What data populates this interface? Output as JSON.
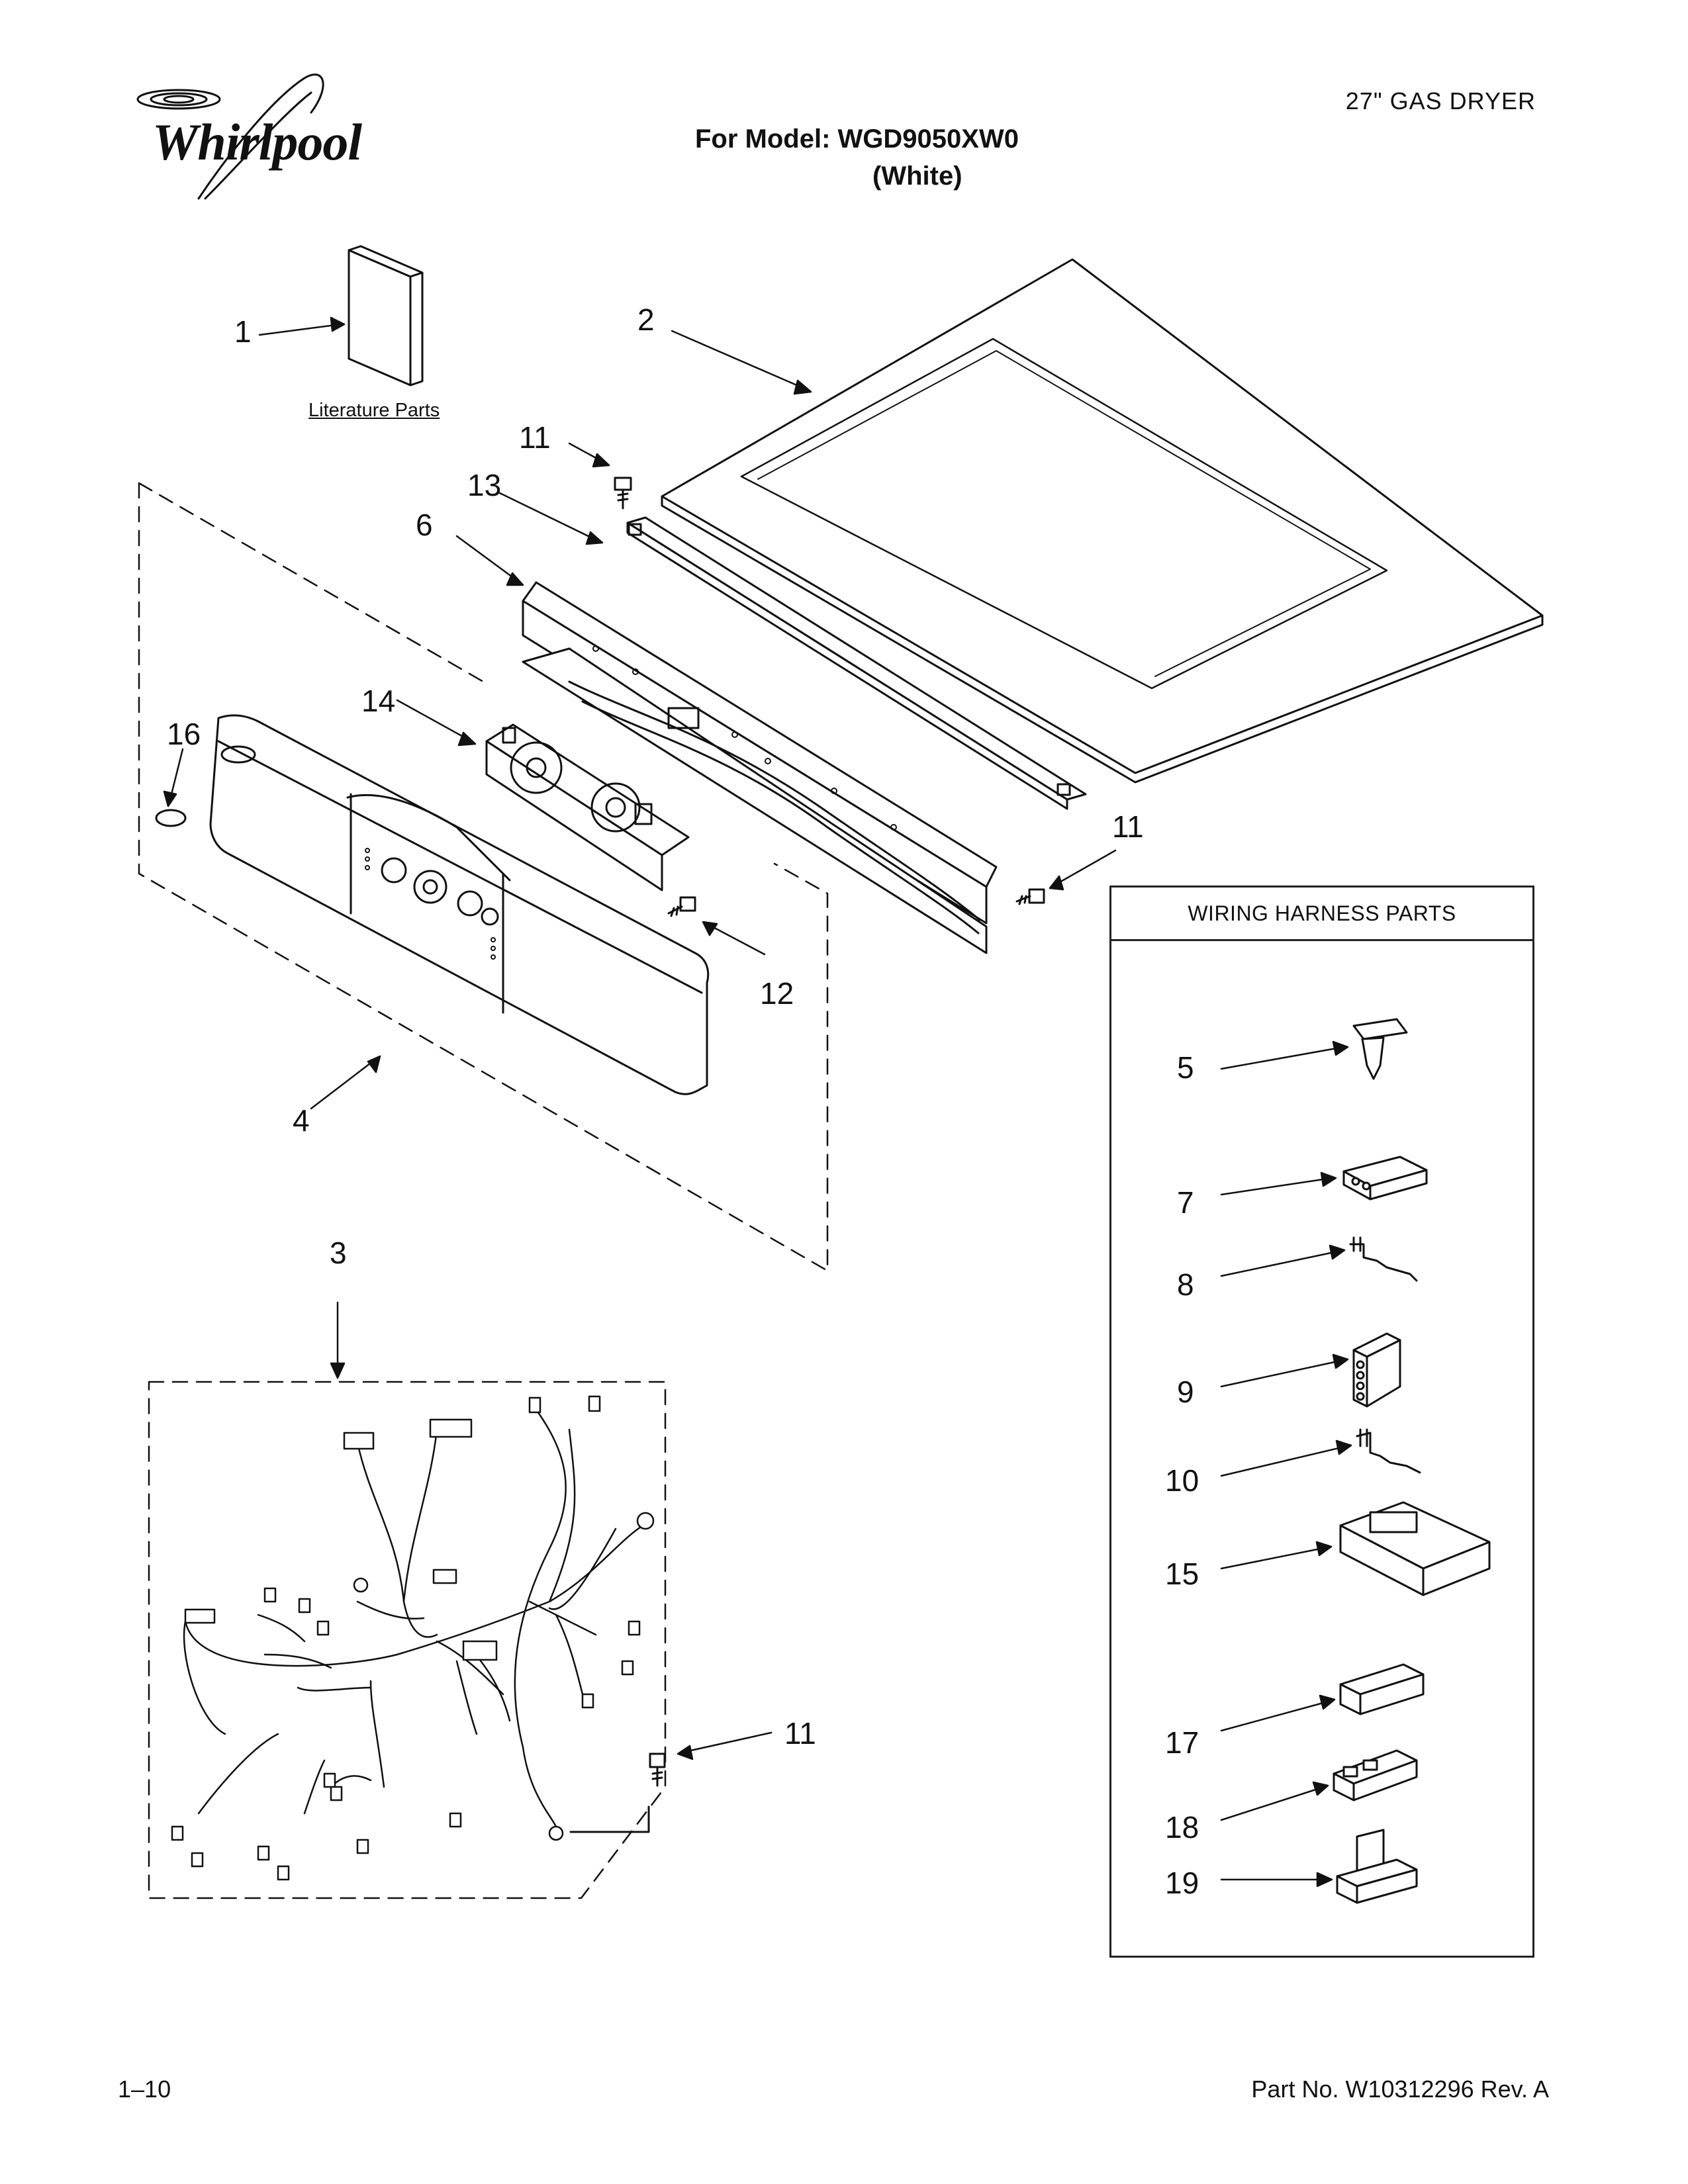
{
  "header": {
    "brand": "Whirlpool",
    "product": "27\" GAS DRYER",
    "model_line": "For Model: WGD9050XW0",
    "color_line": "(White)"
  },
  "literature_label": "Literature Parts",
  "wiring_box": {
    "title": "WIRING HARNESS PARTS"
  },
  "callouts": {
    "c1": "1",
    "c2": "2",
    "c3": "3",
    "c4": "4",
    "c5": "5",
    "c6": "6",
    "c7": "7",
    "c8": "8",
    "c9": "9",
    "c10": "10",
    "c11a": "11",
    "c11b": "11",
    "c11c": "11",
    "c12": "12",
    "c13": "13",
    "c14": "14",
    "c15": "15",
    "c16": "16",
    "c17": "17",
    "c18": "18",
    "c19": "19"
  },
  "footer": {
    "page": "1–10",
    "part_number": "Part No. W10312296 Rev. A"
  }
}
